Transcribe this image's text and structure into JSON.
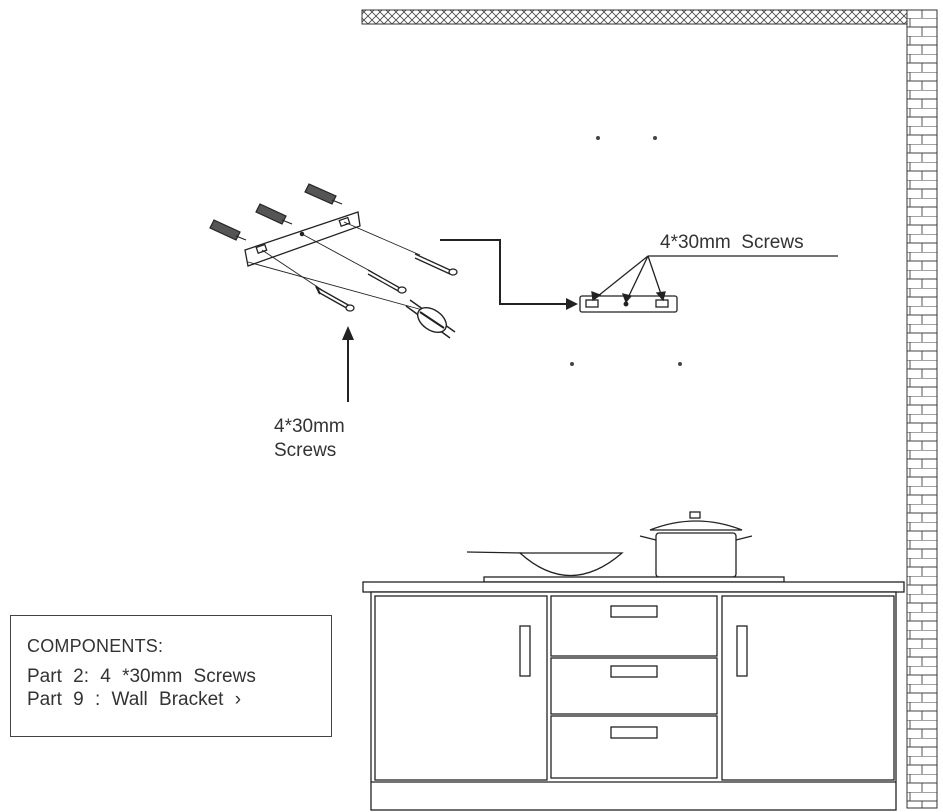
{
  "labels": {
    "screws_right": "4*30mm  Screws",
    "screws_left_line1": "4*30mm",
    "screws_left_line2": "Screws"
  },
  "components": {
    "title": "COMPONENTS:",
    "items": [
      "Part  2:  4  *30mm  Screws",
      "Part  9  :  Wall  Bracket  ›"
    ]
  },
  "colors": {
    "line": "#222222",
    "text": "#333333",
    "background": "#ffffff"
  }
}
